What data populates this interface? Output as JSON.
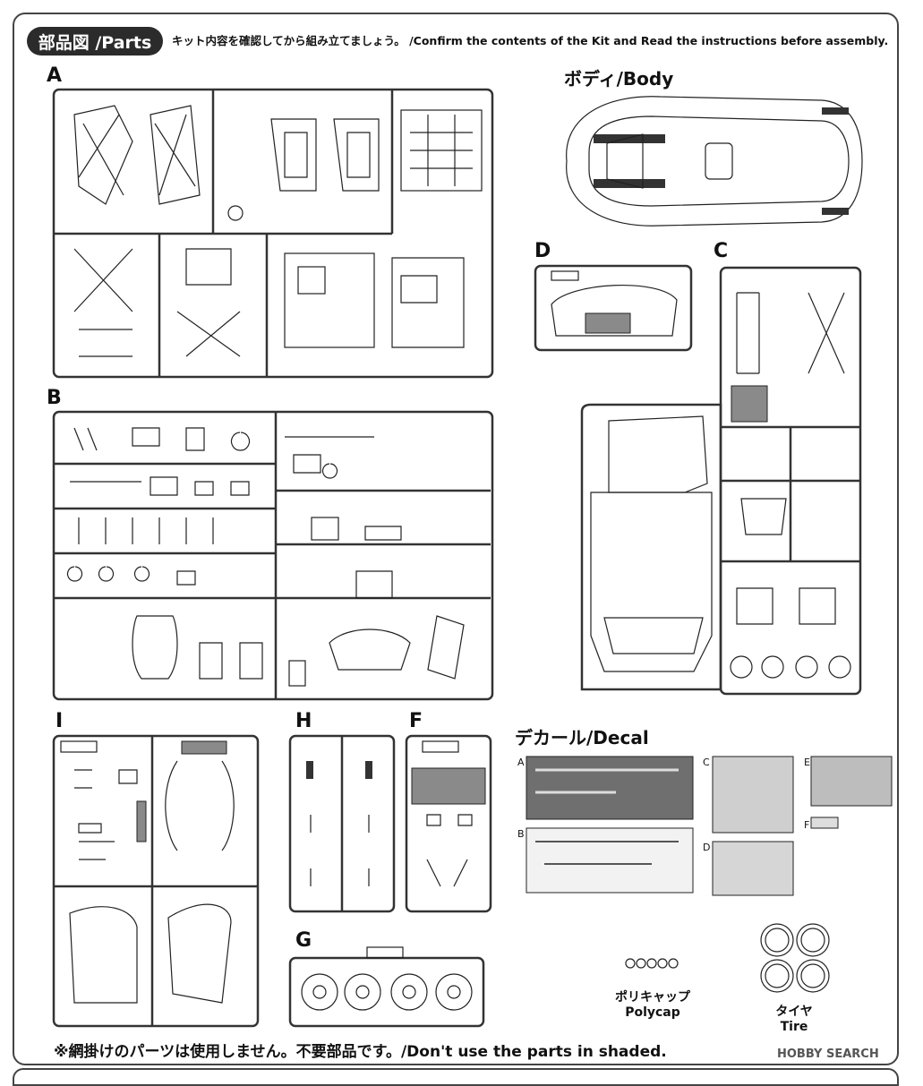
{
  "header": {
    "title": "部品図 /Parts",
    "instruction": "キット内容を確認してから組み立てましょう。 /Confirm the contents of the Kit and Read the instructions before assembly."
  },
  "sprues": {
    "A": "A",
    "B": "B",
    "C": "C",
    "D": "D",
    "F": "F",
    "G": "G",
    "H": "H",
    "I": "I"
  },
  "body": {
    "caption": "ボディ/Body"
  },
  "decal": {
    "caption": "デカール/Decal",
    "sheets": [
      "A",
      "B",
      "C",
      "D",
      "E",
      "F"
    ]
  },
  "polycap": {
    "jp": "ポリキャップ",
    "en": "Polycap"
  },
  "tire": {
    "jp": "タイヤ",
    "en": "Tire"
  },
  "note": "※網掛けのパーツは使用しません。不要部品です。/Don't use the parts in shaded.",
  "watermark": "HOBBY SEARCH"
}
